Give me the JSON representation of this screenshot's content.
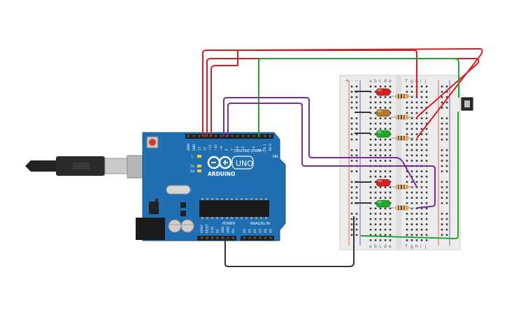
{
  "arduino": {
    "brand": "ARDUINO",
    "model": "UNO",
    "digital_label": "DIGITAL (PWM~)",
    "analog_label": "ANALOG IN",
    "power_label": "POWER",
    "on_label": "ON",
    "tx_label": "TX",
    "rx_label": "RX",
    "l_label": "L",
    "digital_pins": [
      "AREF",
      "GND",
      "13",
      "12",
      "~11",
      "~10",
      "~9",
      "8",
      "7",
      "~6",
      "~5",
      "4",
      "~3",
      "2",
      "TX 1",
      "RX 0"
    ],
    "analog_pins": [
      "A0",
      "A1",
      "A2",
      "A3",
      "A4",
      "A5"
    ],
    "power_pins": [
      "IOREF",
      "RESET",
      "3.3V",
      "5V",
      "GND",
      "GND",
      "Vin"
    ]
  },
  "breadboard": {
    "column_letters_left": [
      "a",
      "b",
      "c",
      "d",
      "e"
    ],
    "column_letters_right": [
      "f",
      "g",
      "h",
      "i",
      "j"
    ],
    "rail_plus": "+",
    "rail_minus": "-",
    "rows": 30
  },
  "components": {
    "leds": [
      {
        "id": "led-red-1",
        "color": "#d42020"
      },
      {
        "id": "led-yellow",
        "color": "#b07a28"
      },
      {
        "id": "led-green-1",
        "color": "#1faa2a"
      },
      {
        "id": "led-red-2",
        "color": "#d42020"
      },
      {
        "id": "led-green-2",
        "color": "#1faa2a"
      }
    ],
    "resistor_count": 5,
    "pushbutton_count": 1
  },
  "colors": {
    "wire_red": "#d42020",
    "wire_green": "#22a52b",
    "wire_purple": "#7a2a9a",
    "wire_black": "#333333",
    "board_blue": "#1f6fb2"
  }
}
